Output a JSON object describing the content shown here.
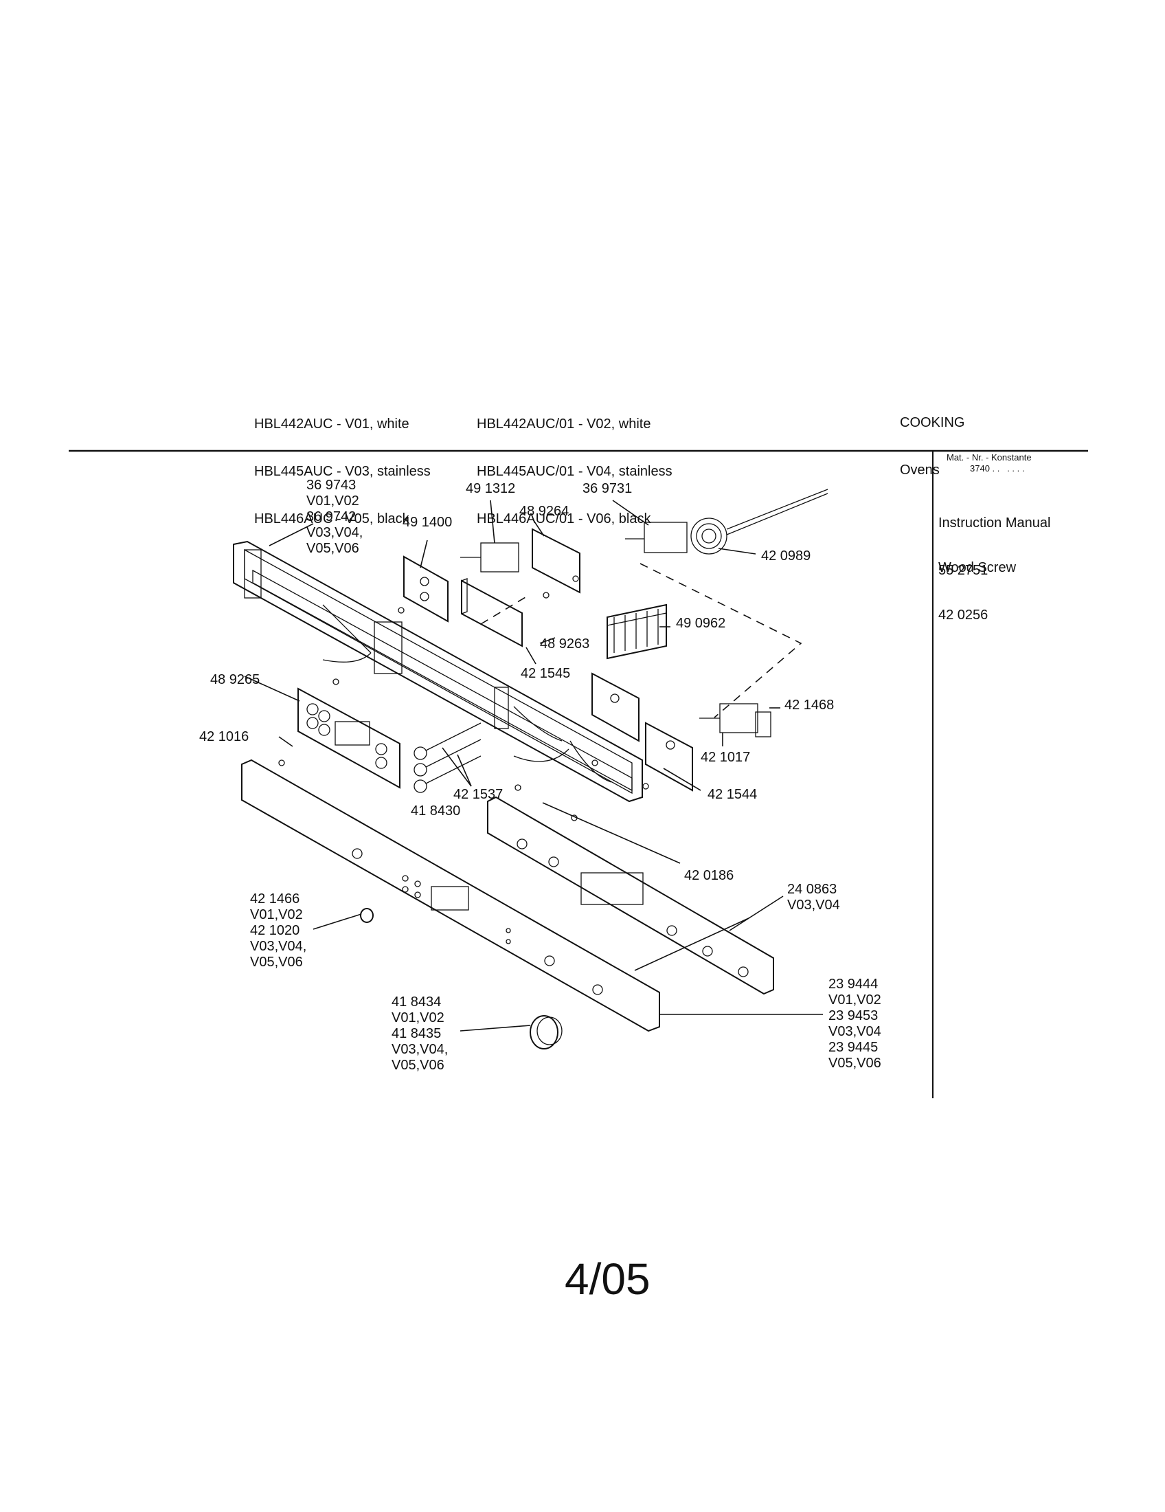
{
  "header": {
    "models_left": [
      "HBL442AUC - V01, white",
      "HBL445AUC - V03, stainless",
      "HBL446AUC - V05, black"
    ],
    "models_right": [
      "HBL442AUC/01 - V02, white",
      "HBL445AUC/01 - V04, stainless",
      "HBL446AUC/01 - V06, black"
    ],
    "category": [
      "COOKING",
      "Ovens"
    ]
  },
  "sidebar": {
    "konstante_label": "Mat. - Nr. - Konstante",
    "konstante_value": "3740 . .   . . . .",
    "items": [
      {
        "name": "Instruction Manual",
        "number": "55 2751"
      },
      {
        "name": "Wood Screw",
        "number": "42 0256"
      }
    ]
  },
  "callouts": {
    "c369743": [
      "36 9743",
      "V01,V02",
      "36 9742",
      "V03,V04,",
      "V05,V06"
    ],
    "c491312": "49 1312",
    "c369731": "36 9731",
    "c491400": "49 1400",
    "c489264": "48 9264",
    "c420989": "42 0989",
    "c490962": "49 0962",
    "c489263": "48 9263",
    "c421545": "42 1545",
    "c489265": "48 9265",
    "c421468": "42 1468",
    "c421016": "42 1016",
    "c421017": "42 1017",
    "c421537": "42 1537",
    "c421544": "42 1544",
    "c418430": "41 8430",
    "c420186": "42 0186",
    "c240863": [
      "24 0863",
      "V03,V04"
    ],
    "c421466": [
      "42 1466",
      "V01,V02",
      "42 1020",
      "V03,V04,",
      "V05,V06"
    ],
    "c239444": [
      "23 9444",
      "V01,V02",
      "23 9453",
      "V03,V04",
      "23 9445",
      "V05,V06"
    ],
    "c418434": [
      "41 8434",
      "V01,V02",
      "41 8435",
      "V03,V04,",
      "V05,V06"
    ]
  },
  "footer": {
    "page": "4/05"
  }
}
